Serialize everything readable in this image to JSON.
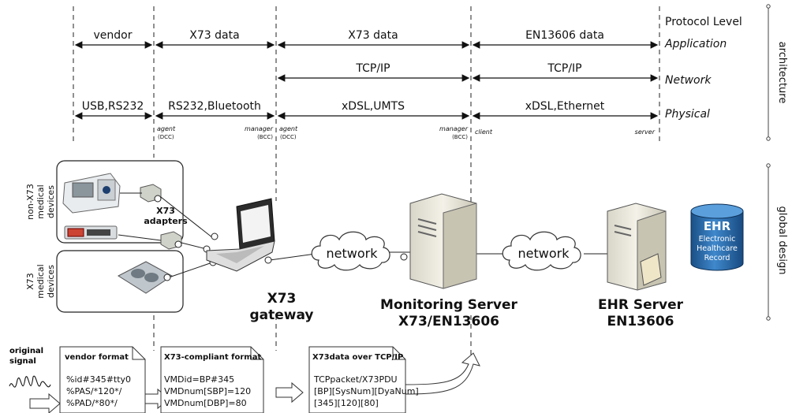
{
  "protocol_level_header": "Protocol Level",
  "levels": {
    "application": "Application",
    "network": "Network",
    "physical": "Physical"
  },
  "side_labels": {
    "architecture": "architecture",
    "global_design": "global design"
  },
  "application_row": {
    "vendor": "vendor",
    "x73_data_1": "X73 data",
    "x73_data_2": "X73 data",
    "en13606_data": "EN13606 data"
  },
  "network_row": {
    "tcpip_1": "TCP/IP",
    "tcpip_2": "TCP/IP"
  },
  "physical_row": {
    "usb_rs232": "USB,RS232",
    "rs232_bluetooth": "RS232,Bluetooth",
    "xdsl_umts": "xDSL,UMTS",
    "xdsl_ethernet": "xDSL,Ethernet"
  },
  "roles": {
    "agent_1": "agent",
    "agent_1_sub": "(DCC)",
    "manager_1": "manager",
    "manager_1_sub": "(BCC)",
    "agent_2": "agent",
    "agent_2_sub": "(DCC)",
    "manager_2": "manager",
    "manager_2_sub": "(BCC)",
    "client": "client",
    "server": "server"
  },
  "devices": {
    "non_x73_line1": "non-X73",
    "non_x73_line2": "medical",
    "non_x73_line3": "devices",
    "x73_line1": "X73",
    "x73_line2": "medical",
    "x73_line3": "devices",
    "adapters_line1": "X73",
    "adapters_line2": "adapters"
  },
  "nodes": {
    "gateway_line1": "X73",
    "gateway_line2": "gateway",
    "monitoring_line1": "Monitoring Server",
    "monitoring_line2": "X73/EN13606",
    "ehr_server_line1": "EHR Server",
    "ehr_server_line2": "EN13606",
    "network_1": "network",
    "network_2": "network",
    "ehr_db_title": "EHR",
    "ehr_db_line1": "Electronic",
    "ehr_db_line2": "Healthcare",
    "ehr_db_line3": "Record"
  },
  "signal": {
    "line1": "original",
    "line2": "signal"
  },
  "docs": {
    "vendor": {
      "title": "vendor format",
      "lines": [
        "%id#345#tty0",
        "%PAS/*120*/",
        "%PAD/*80*/"
      ]
    },
    "x73": {
      "title": "X73-compliant format",
      "lines": [
        "VMDid=BP#345",
        "VMDnum[SBP]=120",
        "VMDnum[DBP]=80"
      ]
    },
    "tcp": {
      "title": "X73data over TCP/IP",
      "lines": [
        "TCPpacket/X73PDU",
        "[BP][SysNum][DyaNum]",
        "[345][120][80]"
      ]
    }
  },
  "colors": {
    "ehr_db": "#1f5f9f",
    "server_body": "#f1efe4",
    "cloud_stroke": "#333333",
    "device_box_stroke": "#222222"
  }
}
